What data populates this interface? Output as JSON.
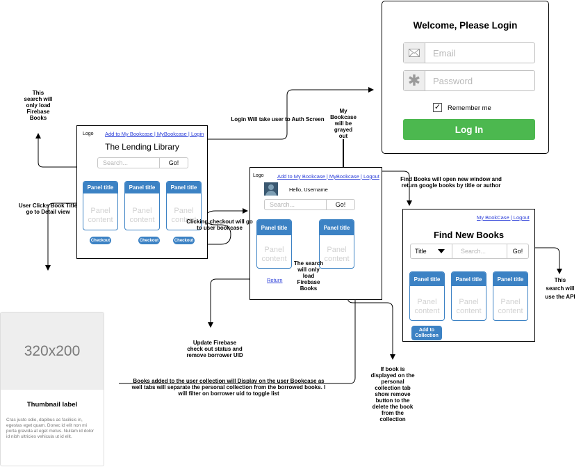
{
  "login": {
    "title": "Welcome, Please Login",
    "email_placeholder": "Email",
    "password_placeholder": "Password",
    "remember_label": "Remember me",
    "login_button": "Log In",
    "accent": "#4cb84f"
  },
  "library": {
    "logo": "Logo",
    "nav": "Add to My Bookcase | MyBookcase | Login",
    "title": "The Lending Library",
    "search_placeholder": "Search...",
    "go": "Go!",
    "panels": [
      {
        "title": "Panel title",
        "content": "Panel content",
        "button": "Checkout"
      },
      {
        "title": "Panel title",
        "content": "Panel content",
        "button": "Checkout"
      },
      {
        "title": "Panel title",
        "content": "Panel content",
        "button": "Checkout"
      }
    ]
  },
  "bookcase": {
    "logo": "Logo",
    "nav": "Add to My Bookcase | MyBookcase | Logout",
    "greeting": "Hello, Username",
    "search_placeholder": "Search...",
    "go": "Go!",
    "panels": [
      {
        "title": "Panel title",
        "content": "Panel content"
      },
      {
        "title": "Panel title",
        "content": "Panel content"
      }
    ],
    "return_link": "Return"
  },
  "find": {
    "nav": "My BookCase  | Logout",
    "title": "Find New Books",
    "select_value": "Title",
    "search_placeholder": "Search...",
    "go": "Go!",
    "panels": [
      {
        "title": "Panel title",
        "content": "Panel content"
      },
      {
        "title": "Panel title",
        "content": "Panel content"
      },
      {
        "title": "Panel title",
        "content": "Panel content"
      }
    ],
    "add_button": "Add to Collection"
  },
  "thumbnail": {
    "image_text": "320x200",
    "label": "Thumbnail label",
    "body": "Cras justo odio, dapibus ac facilisis in, egestas eget quam. Donec id elit non mi porta gravida at eget metus. Nullam id dolor id nibh ultricies vehicula ut id elit."
  },
  "notes": {
    "search_firebase_left": "This search will only load Firebase Books",
    "login_auth": "Login Will take user to Auth Screen",
    "bookcase_grayed": "My Bookcase will be grayed out",
    "find_books": "Find Books will open new window and return google books by title or author",
    "book_title": "User Clicks Book Title go to Detail view",
    "checkout": "Clicking checkout will go to user bookcase",
    "search_firebase_mid": "The search will only load Firebase Books",
    "search_api": "This search will use the API",
    "update_firebase": "Update Firebase check out status and remove borrower UID",
    "books_added": "Books added to the user collection will Display on the user Bookcase as well tabs will separate the personal collection from the borrowed books. I will filter on borrower uid to toggle list",
    "remove_button": "If book is displayed on the personal collection tab show remove button to the delete the book from the collection"
  }
}
